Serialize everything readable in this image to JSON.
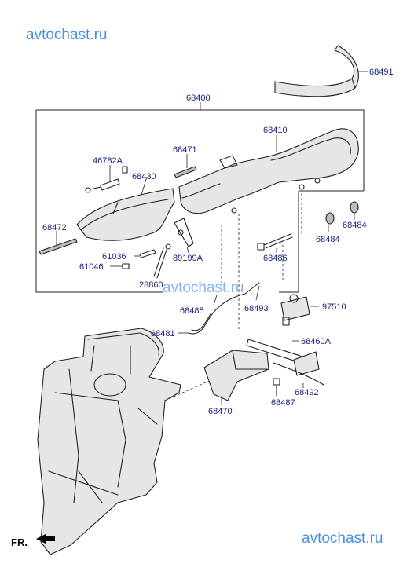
{
  "watermarks": {
    "top_left": "avtochast.ru",
    "middle": "avtochast.ru",
    "bottom_right": "avtochast.ru"
  },
  "direction_label": "FR.",
  "part_numbers": {
    "p68491": "68491",
    "p68400": "68400",
    "p68410": "68410",
    "p68471": "68471",
    "p46782A": "46782A",
    "p68430": "68430",
    "p68472": "68472",
    "p61036": "61036",
    "p61046": "61046",
    "p89199A": "89199A",
    "p28860": "28860",
    "p68484a": "68484",
    "p68484b": "68484",
    "p68486": "68486",
    "p68485": "68485",
    "p68493": "68493",
    "p97510": "97510",
    "p68481": "68481",
    "p68460A": "68460A",
    "p68492": "68492",
    "p68487": "68487",
    "p68470": "68470"
  }
}
